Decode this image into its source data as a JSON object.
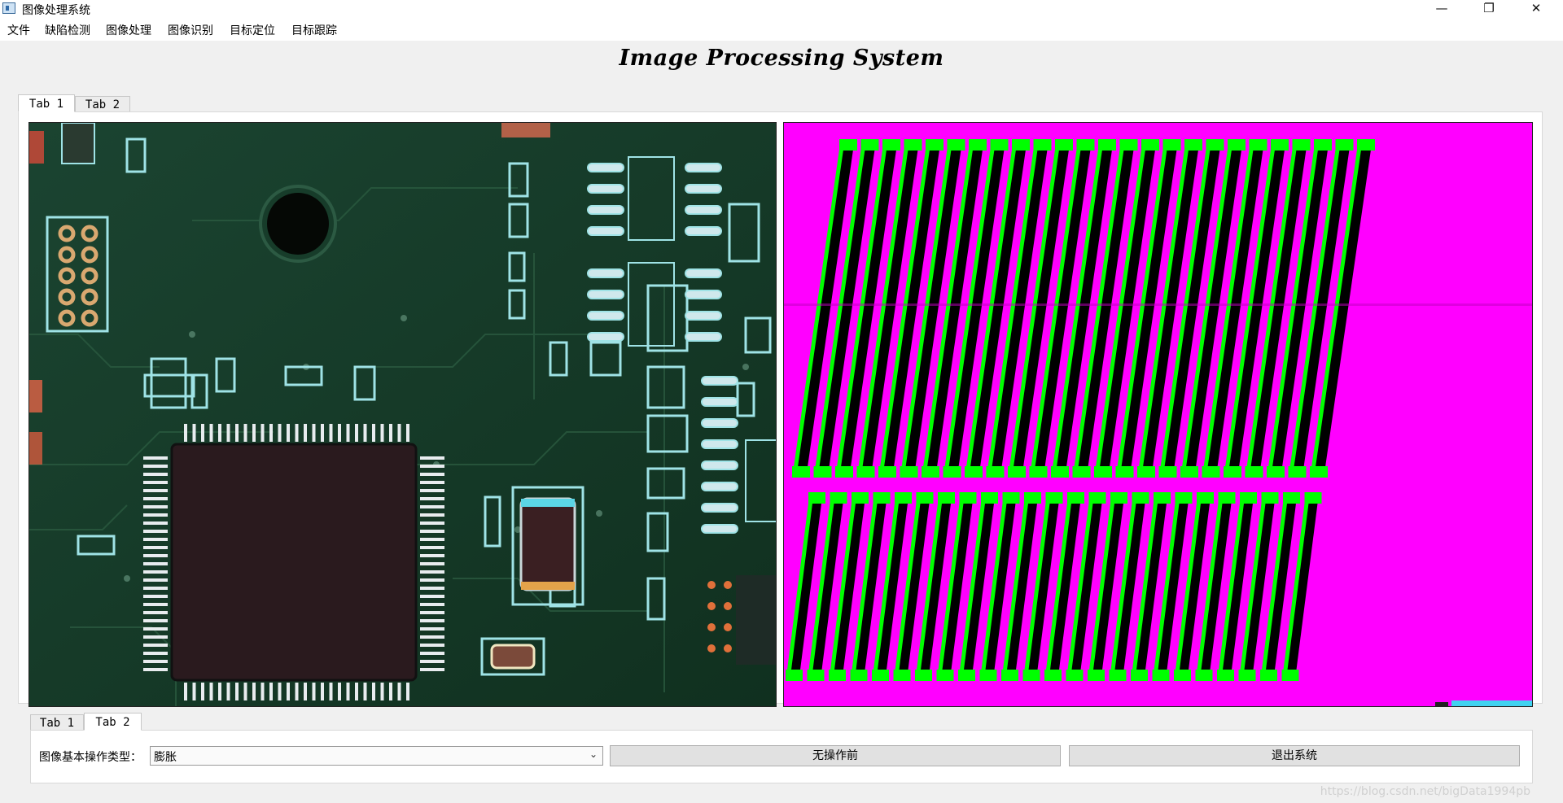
{
  "window": {
    "title": "图像处理系统",
    "controls": [
      "—",
      "❐",
      "✕"
    ]
  },
  "menu": [
    "文件",
    "缺陷检测",
    "图像处理",
    "图像识别",
    "目标定位",
    "目标跟踪"
  ],
  "heading": "Image Processing System",
  "top_tabs": [
    {
      "label": "Tab 1",
      "active": true
    },
    {
      "label": "Tab 2",
      "active": false
    }
  ],
  "images": {
    "left": {
      "name": "pcb-original-image"
    },
    "right": {
      "name": "processed-output-image",
      "colors": {
        "background": "#ff00ff",
        "edges": "#00ff00",
        "dark": "#000000"
      }
    }
  },
  "bottom_tabs": [
    {
      "label": "Tab 1",
      "active": false
    },
    {
      "label": "Tab 2",
      "active": true
    }
  ],
  "controls": {
    "op_label": "图像基本操作类型：",
    "op_value": "膨胀",
    "no_op_button": "无操作前",
    "exit_button": "退出系统"
  },
  "watermark": "https://blog.csdn.net/bigData1994pb",
  "colors": {
    "pcb_green": "#143a28",
    "trace_cyan": "#9fe3e6",
    "magenta": "#ff00ff",
    "green": "#00ff00"
  }
}
